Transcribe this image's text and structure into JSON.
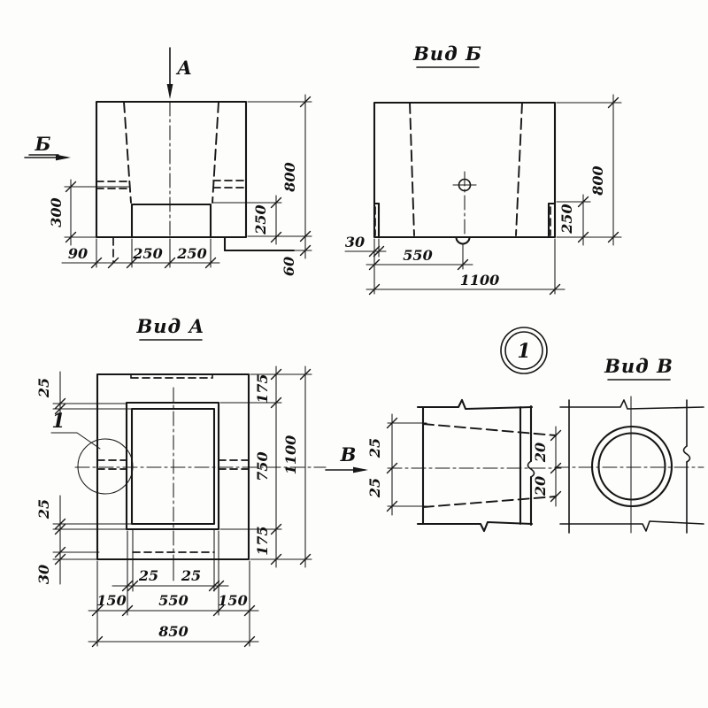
{
  "drawing": {
    "front_view": {
      "section_arrow_top": "А",
      "section_arrow_left": "Б",
      "dim_300": "300",
      "dim_90": "90",
      "dim_250_left": "250",
      "dim_250_right": "250",
      "dim_250_side": "250",
      "dim_800": "800",
      "dim_60": "60"
    },
    "view_b": {
      "title": "Вид Б",
      "dim_30": "30",
      "dim_550": "550",
      "dim_1100": "1100",
      "dim_250": "250",
      "dim_800": "800"
    },
    "view_a": {
      "title": "Вид А",
      "detail_callout": "1",
      "dim_25_top": "25",
      "dim_25_left": "25",
      "dim_30": "30",
      "dim_175_top": "175",
      "dim_750": "750",
      "dim_175_bottom": "175",
      "dim_1100": "1100",
      "dim_25_bottom1": "25",
      "dim_25_bottom2": "25",
      "dim_150_left": "150",
      "dim_550": "550",
      "dim_150_right": "150",
      "dim_850": "850"
    },
    "detail_1": {
      "badge": "1",
      "view_arrow": "В",
      "dim_25_top": "25",
      "dim_25_bottom": "25",
      "dim_20_top": "20",
      "dim_20_bottom": "20"
    },
    "view_v": {
      "title": "Вид В"
    }
  }
}
